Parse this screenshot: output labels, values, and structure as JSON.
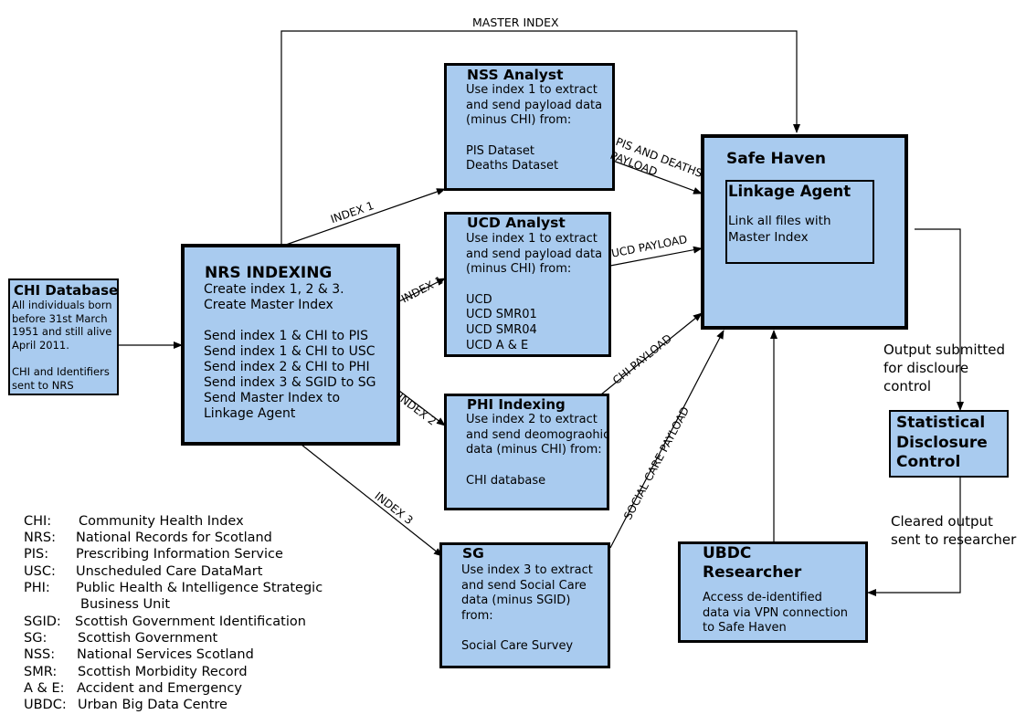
{
  "chi_database": {
    "title": "CHI Database",
    "lines": [
      "All individuals born",
      "before 31st March",
      "1951 and still alive",
      "April 2011.",
      "",
      "CHI and Identifiers",
      "sent to NRS"
    ]
  },
  "nrs_indexing": {
    "title": "NRS INDEXING",
    "lines": [
      "Create index 1, 2 & 3.",
      "Create Master Index",
      "",
      "Send index 1 & CHI to PIS",
      "Send index 1 & CHI to USC",
      "Send index 2 & CHI to PHI",
      "Send index 3 & SGID to SG",
      "Send Master Index to",
      "Linkage Agent"
    ]
  },
  "nss_analyst": {
    "title": "NSS Analyst",
    "lines": [
      "Use index 1 to extract",
      "and send payload data",
      "(minus CHI) from:",
      "",
      "PIS Dataset",
      "Deaths Dataset"
    ]
  },
  "ucd_analyst": {
    "title": "UCD Analyst",
    "lines": [
      "Use index 1 to extract",
      "and send payload data",
      "(minus CHI) from:",
      "",
      "UCD",
      "UCD SMR01",
      "UCD SMR04",
      "UCD A & E"
    ]
  },
  "phi_indexing": {
    "title": "PHI Indexing",
    "lines": [
      "Use index 2 to extract",
      "and send deomograohic",
      "data (minus CHI) from:",
      "",
      "CHI database"
    ]
  },
  "sg": {
    "title": "SG",
    "lines": [
      "Use index 3 to extract",
      "and send Social Care",
      "data (minus SGID)",
      "from:",
      "",
      "Social Care Survey"
    ]
  },
  "safe_haven": {
    "title": "Safe Haven"
  },
  "linkage_agent": {
    "title": "Linkage Agent",
    "lines": [
      "Link all files with",
      "Master Index"
    ]
  },
  "sdc": {
    "lines": [
      "Statistical",
      "Disclosure",
      "Control"
    ]
  },
  "ubdc": {
    "title_lines": [
      "UBDC",
      "Researcher"
    ],
    "lines": [
      "Access de-identified",
      "data via VPN connection",
      "to Safe Haven"
    ]
  },
  "edges": {
    "master_index": "MASTER INDEX",
    "index1_nss": "INDEX 1",
    "index1_ucd": "INDEX 1",
    "index2": "INDEX 2",
    "index3": "INDEX 3",
    "pis_deaths_payload_1": "PIS AND DEATHS",
    "pis_deaths_payload_2": "PAYLOAD",
    "ucd_payload": "UCD PAYLOAD",
    "chi_payload": "CHI PAYLOAD",
    "social_care_payload": "SOCIAL CARE PAYLOAD"
  },
  "notes": {
    "output_submitted": [
      "Output submitted",
      "for discloure",
      "control"
    ],
    "cleared_output": [
      "Cleared output",
      "sent to researcher"
    ]
  },
  "glossary": [
    {
      "abbr": "CHI:",
      "def": "Community Health Index"
    },
    {
      "abbr": "NRS:",
      "def": "National Records for Scotland"
    },
    {
      "abbr": "PIS:",
      "def": "Prescribing Information Service"
    },
    {
      "abbr": "USC:",
      "def": "Unscheduled Care DataMart"
    },
    {
      "abbr": "PHI:",
      "def": "Public Health & Intelligence Strategic"
    },
    {
      "abbr": "",
      "def": "Business Unit"
    },
    {
      "abbr": "SGID:",
      "def": "Scottish Government Identification"
    },
    {
      "abbr": "SG:",
      "def": "Scottish Government"
    },
    {
      "abbr": "NSS:",
      "def": "National Services Scotland"
    },
    {
      "abbr": "SMR:",
      "def": "Scottish Morbidity Record"
    },
    {
      "abbr": "A & E:",
      "def": "Accident and Emergency"
    },
    {
      "abbr": "UBDC:",
      "def": "Urban Big Data Centre"
    }
  ]
}
